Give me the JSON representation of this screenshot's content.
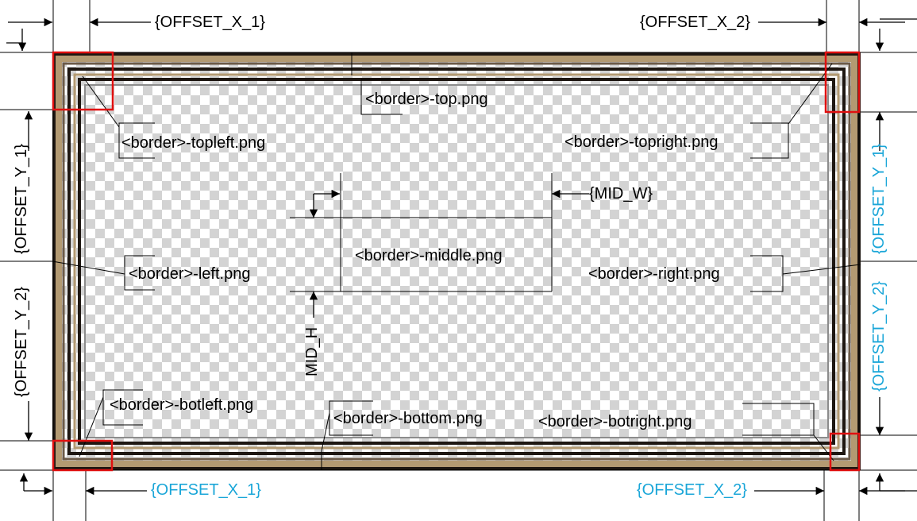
{
  "labels": {
    "offset_x_1_top": "{OFFSET_X_1}",
    "offset_x_2_top": "{OFFSET_X_2}",
    "offset_x_1_bottom": "{OFFSET_X_1}",
    "offset_x_2_bottom": "{OFFSET_X_2}",
    "offset_y_1_left": "{OFFSET_Y_1}",
    "offset_y_2_left": "{OFFSET_Y_2}",
    "offset_y_1_right": "{OFFSET_Y_1}",
    "offset_y_2_right": "{OFFSET_Y_2}",
    "mid_w": "{MID_W}",
    "mid_h": "MID_H"
  },
  "tiles": {
    "top": "<border>-top.png",
    "topleft": "<border>-topleft.png",
    "topright": "<border>-topright.png",
    "left": "<border>-left.png",
    "middle": "<border>-middle.png",
    "right": "<border>-right.png",
    "botleft": "<border>-botleft.png",
    "bottom": "<border>-bottom.png",
    "botright": "<border>-botright.png"
  },
  "colors": {
    "label_black": "#000000",
    "label_blue": "#1aa6d8",
    "corner_highlight": "#e01010",
    "frame_dark": "#1e1712",
    "frame_wood": "#b39a72",
    "frame_mid": "#6b5a48",
    "checker_light": "#ffffff",
    "checker_dark": "#d3d3d3"
  }
}
